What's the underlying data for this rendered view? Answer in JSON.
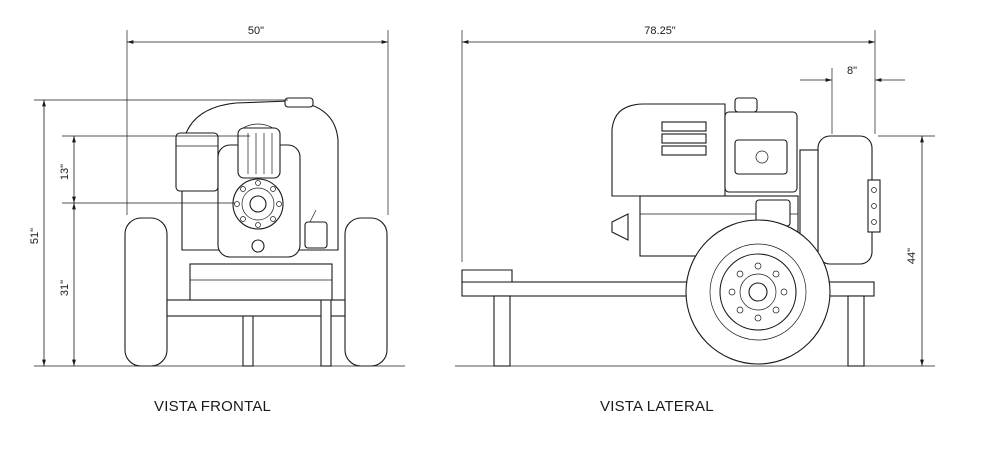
{
  "front_view": {
    "title": "VISTA FRONTAL",
    "dims": {
      "width": "50\"",
      "total_height": "51\"",
      "upper": "13\"",
      "lower": "31\""
    }
  },
  "side_view": {
    "title": "VISTA LATERAL",
    "dims": {
      "length": "78.25\"",
      "offset": "8\"",
      "height": "44\""
    }
  }
}
